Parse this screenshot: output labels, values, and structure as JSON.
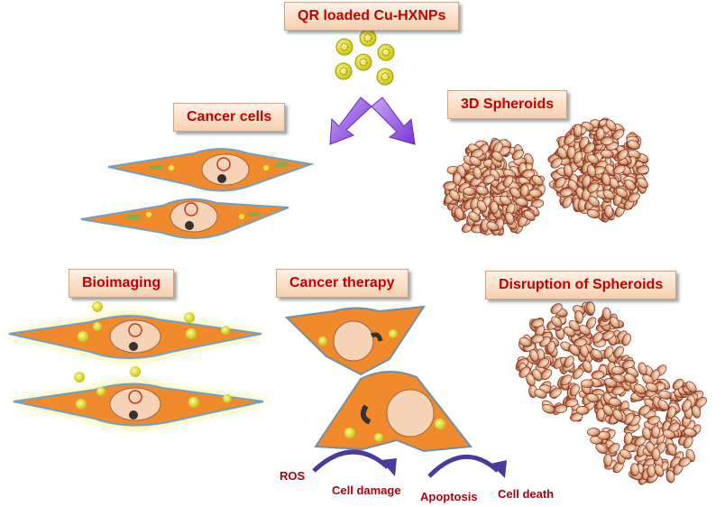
{
  "labels": {
    "title": "QR loaded Cu-HXNPs",
    "cancer_cells": "Cancer cells",
    "spheroids_3d": "3D Spheroids",
    "bioimaging": "Bioimaging",
    "cancer_therapy": "Cancer therapy",
    "disruption": "Disruption of Spheroids"
  },
  "therapy_steps": {
    "ros": "ROS",
    "cell_damage": "Cell damage",
    "apoptosis": "Apoptosis",
    "cell_death": "Cell death"
  },
  "colors": {
    "label_text": "#c40000",
    "cell_body": "#f08a2c",
    "nucleus": "#f6d3b6",
    "nanoparticle": "#e9e61d",
    "spheroid_cell": "#d7a47f",
    "arrow": "#9b5fe0",
    "curved_arrow": "#4b3a9e",
    "glow": "#f6f28a"
  }
}
